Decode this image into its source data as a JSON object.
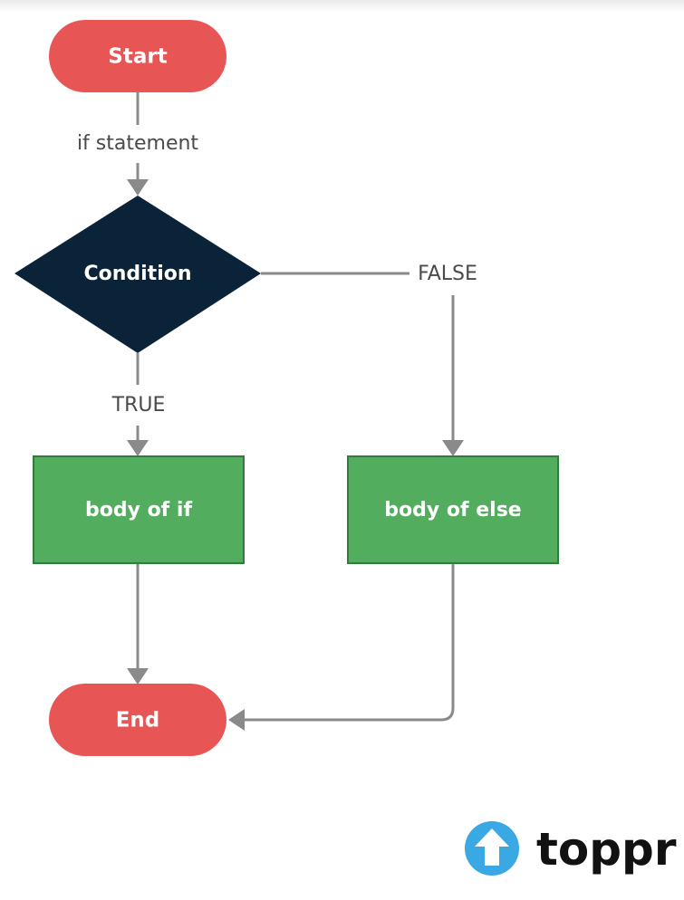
{
  "flowchart": {
    "start": "Start",
    "edge_if_statement": "if statement",
    "condition": "Condition",
    "edge_false": "FALSE",
    "edge_true": "TRUE",
    "body_if": "body of if",
    "body_else": "body of else",
    "end": "End"
  },
  "colors": {
    "terminal": "#e85555",
    "decision": "#0b2339",
    "process": "#52ad5e",
    "process_border": "#2f7c3b",
    "connector": "#8a8a8a",
    "edge_text": "#4a4a4a",
    "logo_circle": "#3aa9e3"
  },
  "branding": {
    "logo_text": "toppr",
    "logo_icon": "up-arrow-icon"
  }
}
